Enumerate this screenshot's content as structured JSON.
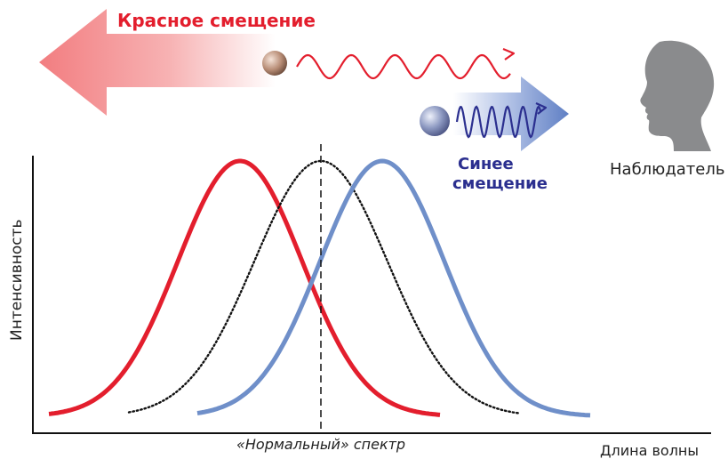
{
  "labels": {
    "red_shift": "Красное смещение",
    "blue_shift_line1": "Синее",
    "blue_shift_line2": "смещение",
    "observer": "Наблюдатель",
    "y_axis": "Интенсивность",
    "x_axis": "Длина волны",
    "normal_spectrum": "«Нормальный» спектр"
  },
  "colors": {
    "red": "#e31e2d",
    "blue": "#6f8fc9",
    "navy": "#2b2f8f",
    "black": "#111111",
    "head": "#8a8b8d"
  },
  "chart_data": {
    "type": "line",
    "xlabel": "Длина волны",
    "ylabel": "Интенсивность",
    "series": [
      {
        "color": "#e31e2d",
        "style": "solid",
        "center": 270,
        "sigma": 70,
        "x_range": [
          55,
          495
        ]
      },
      {
        "color": "#111111",
        "style": "dotted",
        "center": 361,
        "sigma": 75,
        "x_range": [
          145,
          585
        ]
      },
      {
        "color": "#6f8fc9",
        "style": "solid",
        "center": 430,
        "sigma": 70,
        "x_range": [
          222,
          665
        ]
      }
    ],
    "center_line_x": 361
  }
}
